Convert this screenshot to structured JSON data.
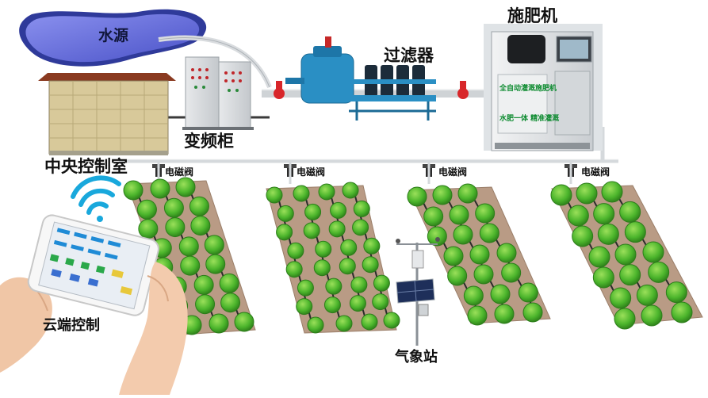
{
  "labels": {
    "water_source": "水源",
    "filter": "过滤器",
    "fertilizer_machine": "施肥机",
    "vfd_cabinet": "变频柜",
    "control_room": "中央控制室",
    "cloud_control": "云端控制",
    "weather_station": "气象站",
    "valve_1": "电磁阀",
    "valve_2": "电磁阀",
    "valve_3": "电磁阀",
    "valve_4": "电磁阀"
  },
  "machine_panel": {
    "top": "全自动灌溉施肥机",
    "bottom": "水肥一体 精准灌溉"
  },
  "colors": {
    "water": "#5a63d8",
    "pipe": "#cfd3d6",
    "filter_body": "#2a8fc4",
    "plant_green": "#4cb52c",
    "soil": "#b99b85",
    "valve_red": "#d8262a"
  },
  "icons": {
    "wifi": "wifi-icon",
    "solar": "solar-panel-icon",
    "valve": "solenoid-valve-icon"
  }
}
